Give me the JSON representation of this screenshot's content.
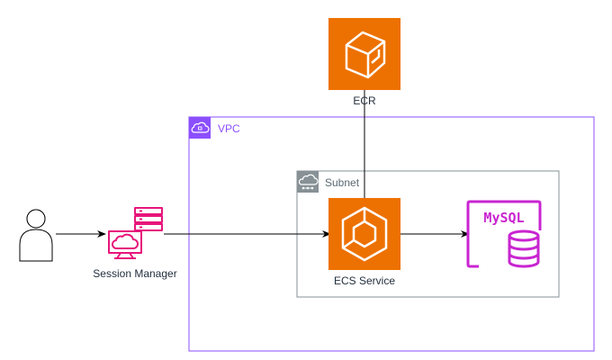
{
  "groups": {
    "vpc": {
      "label": "VPC",
      "color": "#8c4fff"
    },
    "subnet": {
      "label": "Subnet",
      "color": "#879196"
    }
  },
  "nodes": {
    "user": {
      "icon": "user-icon",
      "color": "#232f3e"
    },
    "session_manager": {
      "label": "Session Manager",
      "icon": "session-manager-icon",
      "color": "#e7157b"
    },
    "ecr": {
      "label": "ECR",
      "icon": "ecr-icon",
      "color": "#ed7100"
    },
    "ecs_service": {
      "label": "ECS Service",
      "icon": "ecs-icon",
      "color": "#ed7100"
    },
    "mysql": {
      "label": "MySQL",
      "icon": "mysql-database-icon",
      "color": "#c925d1"
    }
  },
  "edges": [
    {
      "from": "user",
      "to": "session_manager"
    },
    {
      "from": "session_manager",
      "to": "ecs_service"
    },
    {
      "from": "ecs_service",
      "to": "mysql"
    },
    {
      "from": "ecr",
      "to": "ecs_service"
    }
  ]
}
